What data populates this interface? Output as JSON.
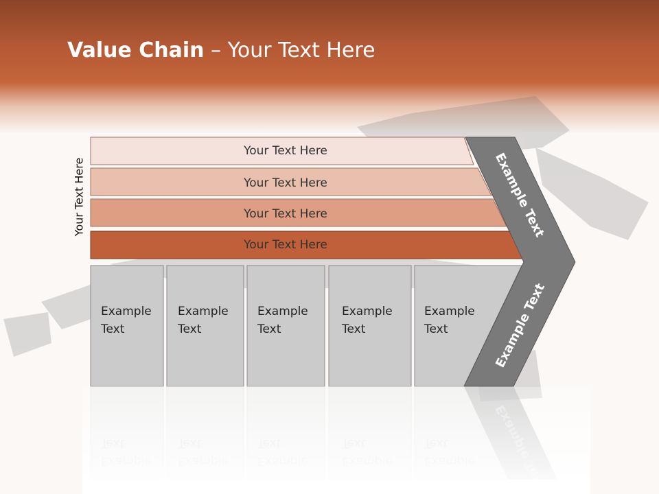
{
  "title": {
    "strong": "Value Chain",
    "rest": " – Your Text Here"
  },
  "side_label": "Your Text Here",
  "bars": [
    {
      "label": "Your Text Here",
      "color": "#f5e2dc"
    },
    {
      "label": "Your Text Here",
      "color": "#e9c0ad"
    },
    {
      "label": "Your Text Here",
      "color": "#dd9e84"
    },
    {
      "label": "Your Text Here",
      "color": "#c0603a"
    }
  ],
  "boxes": [
    {
      "line1": "Example",
      "line2": "Text"
    },
    {
      "line1": "Example",
      "line2": "Text"
    },
    {
      "line1": "Example",
      "line2": "Text"
    },
    {
      "line1": "Example",
      "line2": "Text"
    },
    {
      "line1": "Example",
      "line2": "Text"
    }
  ],
  "chevron": {
    "upper": "Example Text",
    "lower": "Example Text",
    "color": "#7a7a7a"
  },
  "colors": {
    "header": "#c4653b",
    "box": "#cbcbcb"
  }
}
